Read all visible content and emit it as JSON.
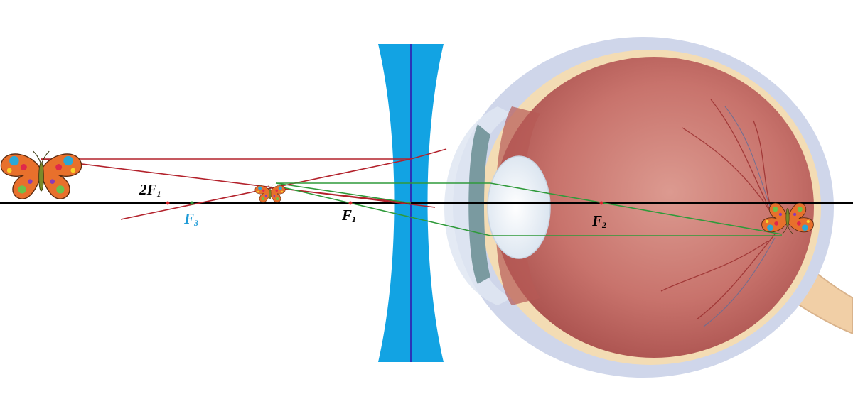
{
  "labels": {
    "two_f1": {
      "main": "2F",
      "sub": "1"
    },
    "f3": {
      "main": "F",
      "sub": "3"
    },
    "f1": {
      "main": "F",
      "sub": "1"
    },
    "f2": {
      "main": "F",
      "sub": "2"
    }
  },
  "colors": {
    "axis": "#000000",
    "lens_fill": "#12a3e3",
    "lens_axis": "#2b35b8",
    "ray_red": "#b3222c",
    "ray_green": "#2f9a3a",
    "focus_point": "#d8262b",
    "f3_label": "#1e9bd7",
    "sclera": "#cfd6ea",
    "eye_interior": "#c8706b",
    "lens_crystalline": "#eef3f8",
    "retina_band": "#f3dcb4"
  },
  "icons": {
    "object": "butterfly-icon",
    "virtual_image": "butterfly-icon",
    "retina_image": "butterfly-icon"
  }
}
